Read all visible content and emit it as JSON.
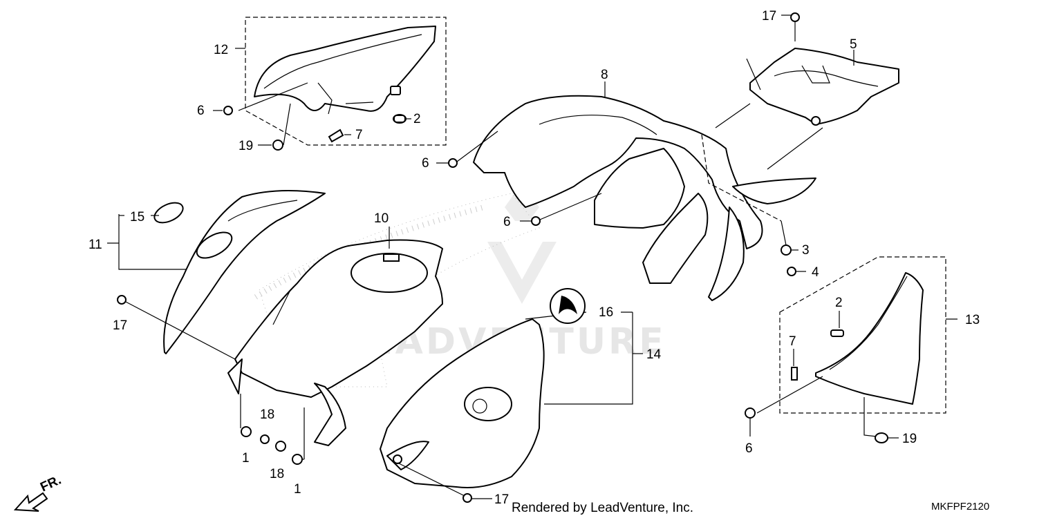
{
  "watermark": "LEADVENTURE",
  "credit": "Rendered by LeadVenture, Inc.",
  "diagram_code": "MKFPF2120",
  "direction_label": "FR.",
  "callouts": {
    "c1a": "1",
    "c1b": "1",
    "c2a": "2",
    "c2b": "2",
    "c3": "3",
    "c4": "4",
    "c5": "5",
    "c6a": "6",
    "c6b": "6",
    "c6c": "6",
    "c6d": "6",
    "c7a": "7",
    "c7b": "7",
    "c8": "8",
    "c10": "10",
    "c11": "11",
    "c12": "12",
    "c13": "13",
    "c14": "14",
    "c15": "15",
    "c16": "16",
    "c17a": "17",
    "c17b": "17",
    "c17c": "17",
    "c18a": "18",
    "c18b": "18",
    "c19a": "19",
    "c19b": "19"
  }
}
